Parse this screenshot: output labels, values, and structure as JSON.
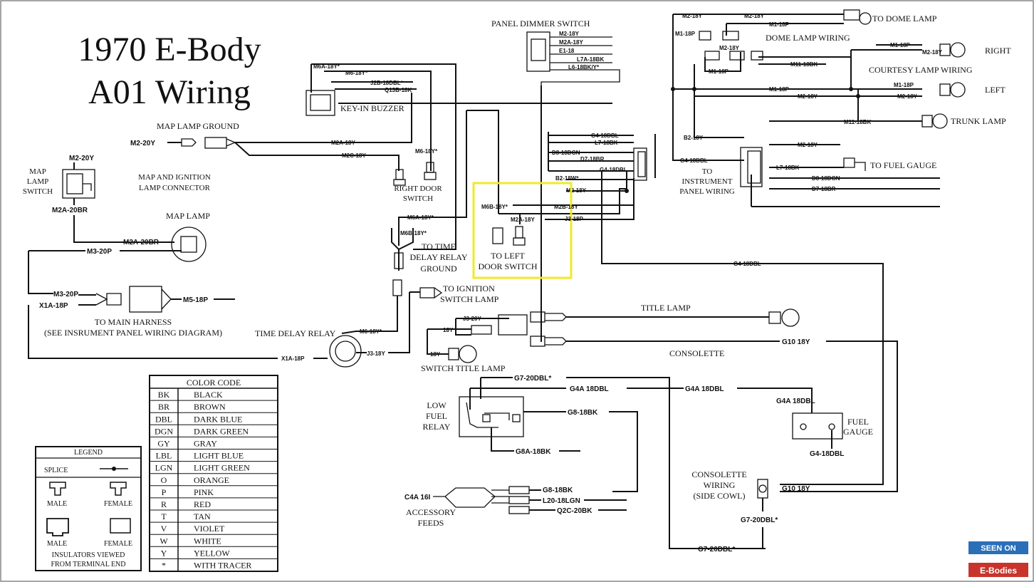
{
  "title": {
    "line1": "1970 E-Body",
    "line2": "A01 Wiring"
  },
  "highlight_color": "#f2e92a",
  "components": {
    "panel_dimmer_switch": "PANEL DIMMER SWITCH",
    "dome_lamp_wiring": "DOME LAMP WIRING",
    "to_dome_lamp": "TO DOME LAMP",
    "right": "RIGHT",
    "courtesy_lamp_wiring": "COURTESY LAMP WIRING",
    "left": "LEFT",
    "trunk_lamp": "TRUNK LAMP",
    "to_fuel_gauge": "TO FUEL GAUGE",
    "to_instrument_1": "TO",
    "to_instrument_2": "INSTRUMENT",
    "to_instrument_3": "PANEL WIRING",
    "key_in_buzzer": "KEY-IN BUZZER",
    "map_lamp_ground": "MAP LAMP GROUND",
    "map_lamp_switch_1": "MAP",
    "map_lamp_switch_2": "LAMP",
    "map_lamp_switch_3": "SWITCH",
    "map_ign_conn_1": "MAP AND IGNITION",
    "map_ign_conn_2": "LAMP CONNECTOR",
    "right_door_switch_1": "RIGHT DOOR",
    "right_door_switch_2": "SWITCH",
    "map_lamp": "MAP LAMP",
    "to_left_door_switch_1": "TO LEFT",
    "to_left_door_switch_2": "DOOR SWITCH",
    "to_time_delay_1": "TO TIME",
    "to_time_delay_2": "DELAY RELAY",
    "to_time_delay_3": "GROUND",
    "to_main_harness_1": "TO MAIN HARNESS",
    "to_main_harness_2": "(SEE INSRUMENT PANEL WIRING DIAGRAM)",
    "to_ignition_1": "TO IGNITION",
    "to_ignition_2": "SWITCH LAMP",
    "time_delay_relay": "TIME DELAY RELAY",
    "title_lamp": "TITLE LAMP",
    "consolette": "CONSOLETTE",
    "switch_title_lamp": "SWITCH TITLE LAMP",
    "low_fuel_relay_1": "LOW",
    "low_fuel_relay_2": "FUEL",
    "low_fuel_relay_3": "RELAY",
    "fuel_gauge_1": "FUEL",
    "fuel_gauge_2": "GAUGE",
    "consolette_wiring_1": "CONSOLETTE",
    "consolette_wiring_2": "WIRING",
    "consolette_wiring_3": "(SIDE COWL)",
    "accessory_feeds_1": "ACCESSORY",
    "accessory_feeds_2": "FEEDS"
  },
  "wire_labels": {
    "m2_18y_a": "M2-18Y",
    "m2_18y_b": "M2-18Y",
    "m1_18p_a": "M1-18P",
    "m1_18p_b": "M1-18P",
    "m2_18y_c": "M2-18Y",
    "m1_18p_c": "M1-18P",
    "m2_18y_d": "M2-18Y",
    "m11_18bk_a": "M11-18BK",
    "m1_18p_d": "M1-18P",
    "m2_18y_e": "M2-18Y",
    "m1_18p_e": "M1-18P",
    "m2_18y_f": "M2-18Y",
    "m11_18bk_b": "M11-18BK",
    "m1_18p_f": "M1-18P",
    "b2_18y": "B2-18Y",
    "m2_18y_g": "M2-18Y",
    "g4_18dbl_a": "G4-18DBL",
    "l7_18bk_a": "L7-18BK",
    "d8_18dgn_a": "D8-18DGN",
    "d7_18br_a": "D7-18BR",
    "m2_18y_dim": "M2-18Y",
    "m2a_18y_dim": "M2A-18Y",
    "e1_18": "E1-18",
    "l7a_18bk": "L7A-18BK",
    "l6_18bk": "L6-18BK/Y*",
    "m6a_18y": "M6A-18Y*",
    "m6_18y_a": "M6-18Y*",
    "j2b_18dbl": "J2B-18DBL*",
    "q13b_18k": "Q13B-18K",
    "m2_20y_a": "M2-20Y",
    "m2a_18y_a": "M2A-18Y",
    "m2c_18y": "M2C-18Y",
    "m6_18y_b": "M6-18Y*",
    "m2_20y_b": "M2-20Y",
    "m2a_20br": "M2A-20BR",
    "m2a_20br_b": "M2A-20BR",
    "m3_20p_a": "M3-20P",
    "m3_20p_b": "M3-20P",
    "x1a_18p_a": "X1A-18P",
    "m5_18p": "M5-18P",
    "g4_18dbl_b": "G4-18DBL",
    "l7_18bk_b": "L7-18BK",
    "d8_18dgn_b": "D8-18DGN",
    "d7_18br_b": "D7-18BR",
    "g4_18dbl_c": "G4-18DBL",
    "b2_18w": "B2-18W*",
    "m2_18y_h": "M2-18Y",
    "m6b_18y": "M6B-18Y*",
    "m2b_18y": "M2B-18Y",
    "m2a_18y_b": "M2A-18Y",
    "j3_18p": "J3-18P",
    "m6a_18y_b": "M6A-18Y*",
    "m6b_18y_b": "M6B-18Y*",
    "g4_18dbl_d": "G4-18DBL",
    "j3_20y": "J3-20Y",
    "y18": "18Y",
    "y18_b": "18Y",
    "m6_18y_c": "M6-18Y*",
    "j3_18y": "J3-18Y",
    "x1a_18p_b": "X1A-18P",
    "g10_18y_a": "G10 18Y",
    "g7_20dbl_a": "G7-20DBL*",
    "g4a_18dbl_a": "G4A 18DBL",
    "g4a_18dbl_b": "G4A 18DBL",
    "g4a_18dbl_c": "G4A 18DBL",
    "g8_18bk_a": "G8-18BK",
    "g8a_18bk": "G8A-18BK",
    "g4_18dbl_e": "G4-18DBL",
    "g10_18y_b": "G10 18Y",
    "g7_20dbl_b": "G7-20DBL*",
    "g7_20dbl_c": "G7-20DBL*",
    "c4a_16": "C4A 16I",
    "g8_18bk_b": "G8-18BK",
    "l20_18lgn": "L20-18LGN",
    "q2c_20bk": "Q2C-20BK"
  },
  "color_code": {
    "header": "COLOR  CODE",
    "rows": [
      {
        "code": "BK",
        "name": "BLACK"
      },
      {
        "code": "BR",
        "name": "BROWN"
      },
      {
        "code": "DBL",
        "name": "DARK BLUE"
      },
      {
        "code": "DGN",
        "name": "DARK GREEN"
      },
      {
        "code": "GY",
        "name": "GRAY"
      },
      {
        "code": "LBL",
        "name": "LIGHT BLUE"
      },
      {
        "code": "LGN",
        "name": "LIGHT GREEN"
      },
      {
        "code": "O",
        "name": "ORANGE"
      },
      {
        "code": "P",
        "name": "PINK"
      },
      {
        "code": "R",
        "name": "RED"
      },
      {
        "code": "T",
        "name": "TAN"
      },
      {
        "code": "V",
        "name": "VIOLET"
      },
      {
        "code": "W",
        "name": "WHITE"
      },
      {
        "code": "Y",
        "name": "YELLOW"
      },
      {
        "code": "*",
        "name": "WITH TRACER"
      }
    ]
  },
  "legend": {
    "title": "LEGEND",
    "splice": "SPLICE",
    "male": "MALE",
    "female": "FEMALE",
    "male2": "MALE",
    "female2": "FEMALE",
    "note1": "INSULATORS VIEWED",
    "note2": "FROM TERMINAL END"
  },
  "badge": {
    "line1": "SEEN ON",
    "line2": "E-Bodies"
  }
}
